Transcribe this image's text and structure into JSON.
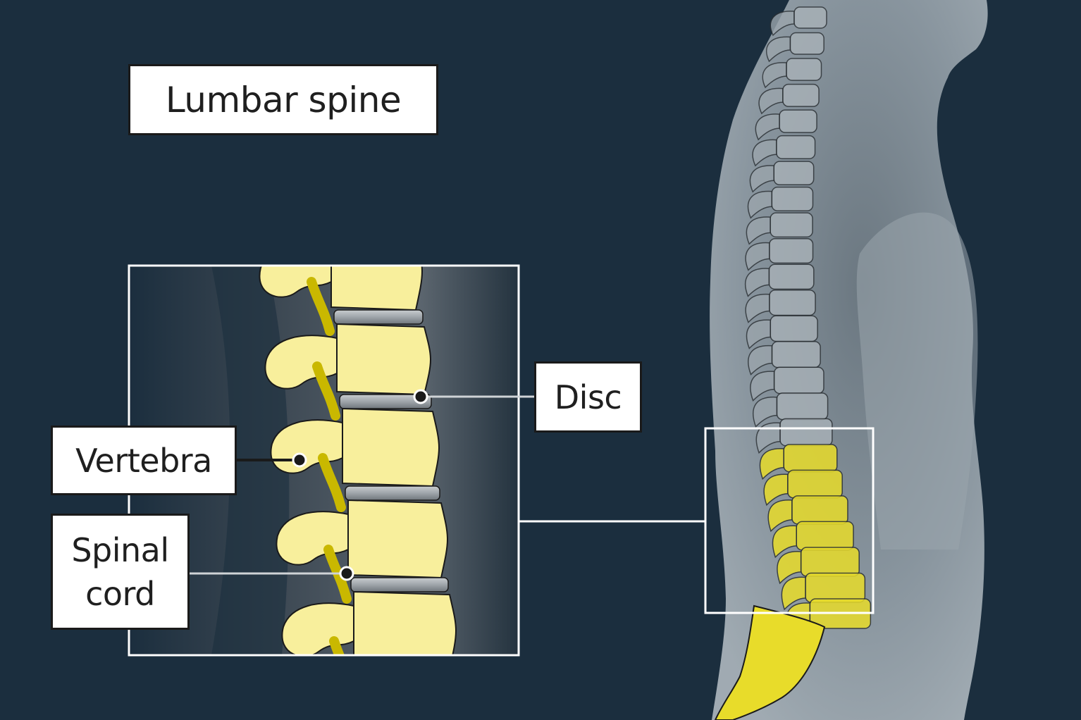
{
  "title": "Lumbar spine",
  "labels": {
    "disc": "Disc",
    "vertebra": "Vertebra",
    "spinal_cord_line1": "Spinal",
    "spinal_cord_line2": "cord"
  },
  "colors": {
    "background": "#1b2e3e",
    "body_silhouette": "#8e9aa3",
    "bone_yellow": "#f8ef9c",
    "highlight_yellow": "#e8dc2a",
    "disc_gray": "#a4a9ad",
    "frame_white": "#ffffff"
  }
}
